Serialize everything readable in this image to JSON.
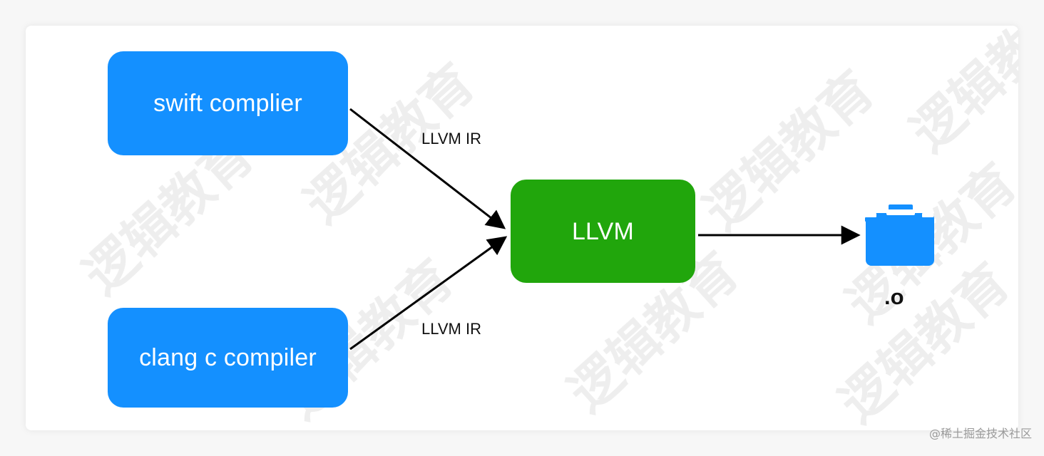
{
  "diagram": {
    "nodes": {
      "swift": "swift complier",
      "clang": "clang c compiler",
      "llvm": "LLVM"
    },
    "edge_labels": {
      "top": "LLVM IR",
      "bottom": "LLVM IR"
    },
    "output": {
      "label": ".o",
      "icon": "briefcase-icon"
    }
  },
  "watermark": {
    "text": "逻辑教育"
  },
  "footer": {
    "source": "@稀土掘金技术社区"
  },
  "colors": {
    "node_blue": "#1490ff",
    "node_green": "#21a60c",
    "text_dark": "#111111",
    "watermark": "#e9e9e9"
  }
}
